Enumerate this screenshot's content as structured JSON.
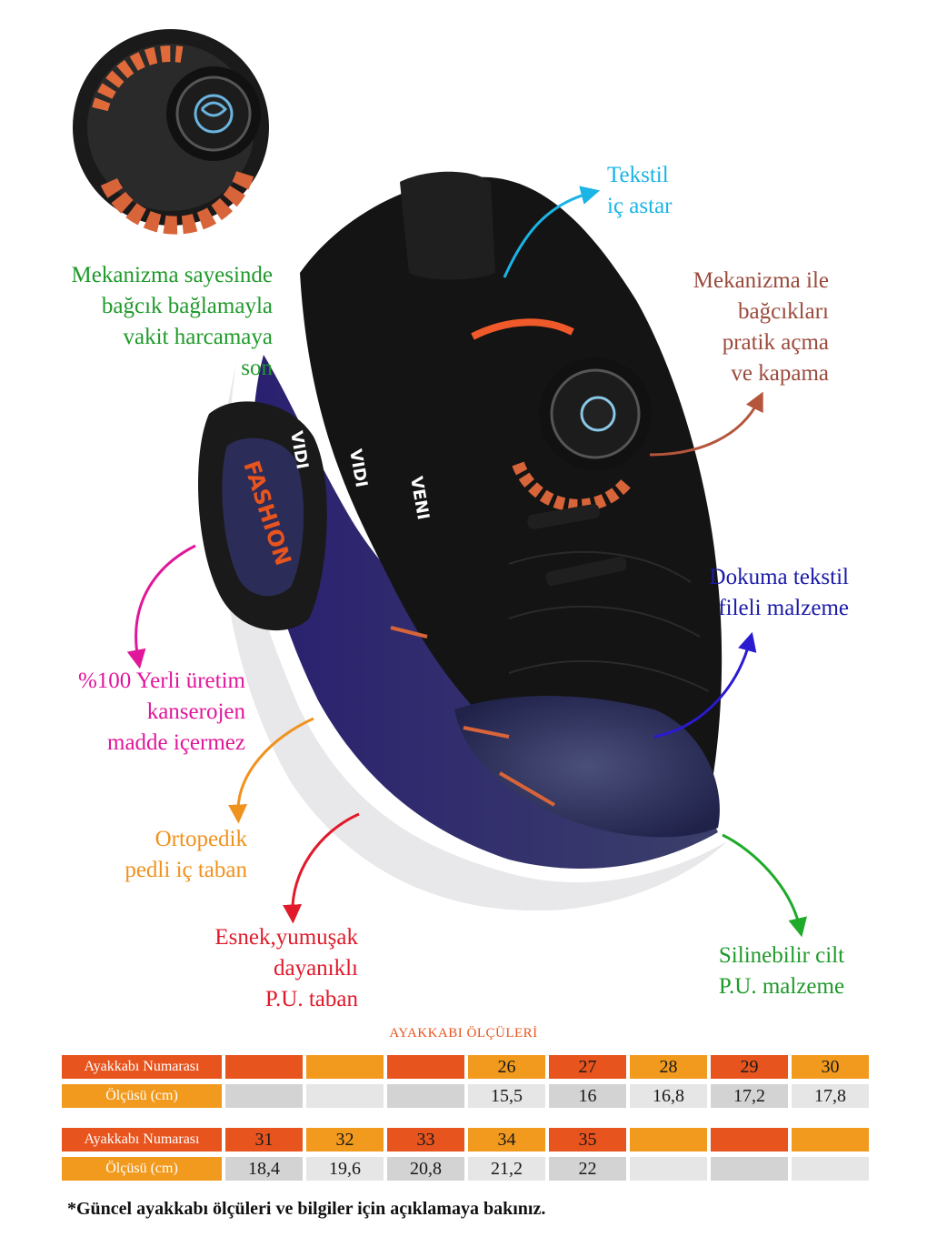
{
  "callouts": {
    "tekstil": [
      "Tekstil",
      "iç astar"
    ],
    "mekanizma_left": [
      "Mekanizma sayesinde",
      "bağcık bağlamayla",
      "vakit harcamaya",
      "son"
    ],
    "mekanizma_right": [
      "Mekanizma ile",
      "bağcıkları",
      "pratik açma",
      "ve kapama"
    ],
    "dokuma": [
      "Dokuma tekstil",
      "fileli malzeme"
    ],
    "yerli": [
      "%100 Yerli üretim",
      "kanserojen",
      "madde içermez"
    ],
    "ortopedik": [
      "Ortopedik",
      "pedli iç taban"
    ],
    "esnek": [
      "Esnek,yumuşak",
      "dayanıklı",
      "P.U. taban"
    ],
    "silinebilir": [
      "Silinebilir cilt",
      "P.U. malzeme"
    ]
  },
  "shoe_text": {
    "heel": "FASHION",
    "side1": "VIDI",
    "side2": "VIDI",
    "side3": "VENI"
  },
  "colors": {
    "tekstil": "#1ab4e6",
    "mekanizma_left": "#1f9a2a",
    "mekanizma_right": "#9b4a3c",
    "dokuma": "#1a1aa8",
    "yerli": "#e0179a",
    "ortopedik": "#f0921e",
    "esnek": "#e01a2a",
    "silinebilir": "#1f9a2a"
  },
  "size_table": {
    "title": "AYAKKABI ÖLÇÜLERİ",
    "number_label": "Ayakkabı Numarası",
    "size_label": "Ölçüsü (cm)",
    "rows1_numbers": [
      "",
      "",
      "",
      "26",
      "27",
      "28",
      "29",
      "30"
    ],
    "rows1_sizes": [
      "",
      "",
      "",
      "15,5",
      "16",
      "16,8",
      "17,2",
      "17,8"
    ],
    "rows2_numbers": [
      "31",
      "32",
      "33",
      "34",
      "35",
      "",
      "",
      ""
    ],
    "rows2_sizes": [
      "18,4",
      "19,6",
      "20,8",
      "21,2",
      "22",
      "",
      "",
      ""
    ]
  },
  "footnote": "*Güncel ayakkabı ölçüleri ve bilgiler için açıklamaya bakınız."
}
